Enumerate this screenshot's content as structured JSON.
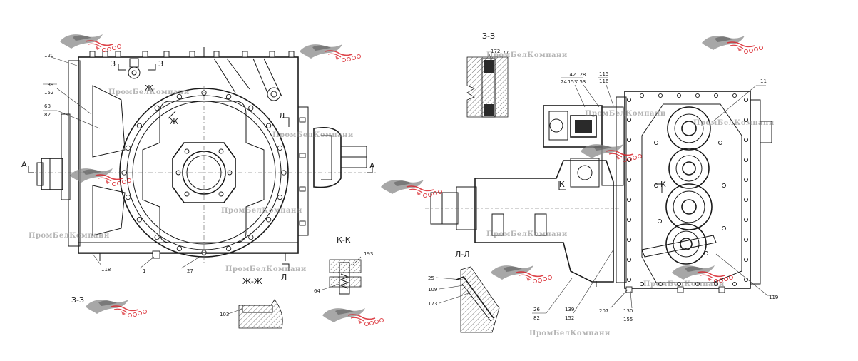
{
  "watermark": {
    "text": "ПромБелКомпани"
  },
  "sections": {
    "z_top_left_a": "З",
    "z_top_left_b": "З",
    "zh_a": "Ж",
    "zh_b": "Ж",
    "l_a": "Л",
    "l_b": "Л",
    "a_left": "А",
    "a_right": "А",
    "k_mark": "К",
    "k_mark_b": "К",
    "title_zz_left": "З-З",
    "title_zz_right": "З-З",
    "title_kk": "К-К",
    "title_zhzh": "Ж-Ж",
    "title_ll": "Л-Л"
  },
  "callouts_left": {
    "c120": "120",
    "c139": "139",
    "c152": "152",
    "c68": "68",
    "c82": "82",
    "c118": "118",
    "c1": "1",
    "c27": "27",
    "c193": "193",
    "c64": "64",
    "c103": "103"
  },
  "callouts_right": {
    "c172": "172",
    "c177": "177",
    "c142": "142",
    "c24": "24",
    "c128": "128",
    "c153a": "153",
    "c153b": "153",
    "c115": "115",
    "c116": "116",
    "c11": "11",
    "c25": "25",
    "c109": "109",
    "c173": "173",
    "c26": "26",
    "c82b": "82",
    "c139b": "139",
    "c152b": "152",
    "c207": "207",
    "c130": "130",
    "c155": "155",
    "c119": "119"
  },
  "colors": {
    "line": "#1a1a1a",
    "logo_red": "#d8232a",
    "logo_grey": "#8a8a8a",
    "watermark": "#7a7a7a"
  }
}
